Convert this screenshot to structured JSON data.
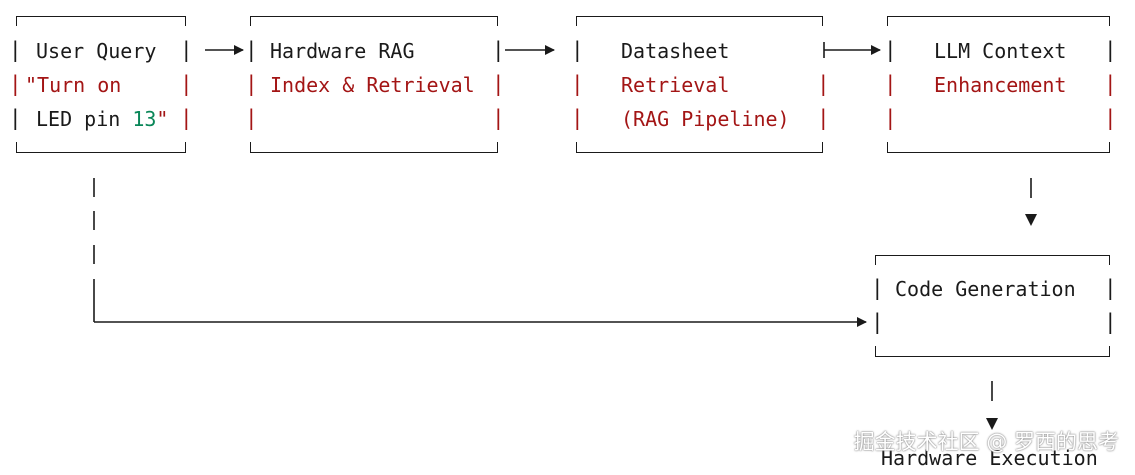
{
  "diagram": {
    "nodes": {
      "user_query": {
        "line1": "User Query",
        "line2": "\"Turn on",
        "line3a": "LED pin ",
        "line3b": "13",
        "line3c": "\""
      },
      "hardware_rag": {
        "line1": "Hardware RAG",
        "line2": "Index & Retrieval"
      },
      "datasheet": {
        "line1": "Datasheet",
        "line2": "Retrieval",
        "line3": "(RAG Pipeline)"
      },
      "llm_context": {
        "line1": "LLM Context",
        "line2": "Enhancement"
      },
      "code_generation": {
        "line1": "Code Generation"
      },
      "hardware_execution": {
        "line1": "Hardware Execution"
      }
    },
    "colors": {
      "text": "#1a1a1a",
      "string": "#a31515",
      "number": "#098658"
    }
  },
  "watermark": {
    "text": "掘金技术社区 @ 罗西的思考"
  }
}
